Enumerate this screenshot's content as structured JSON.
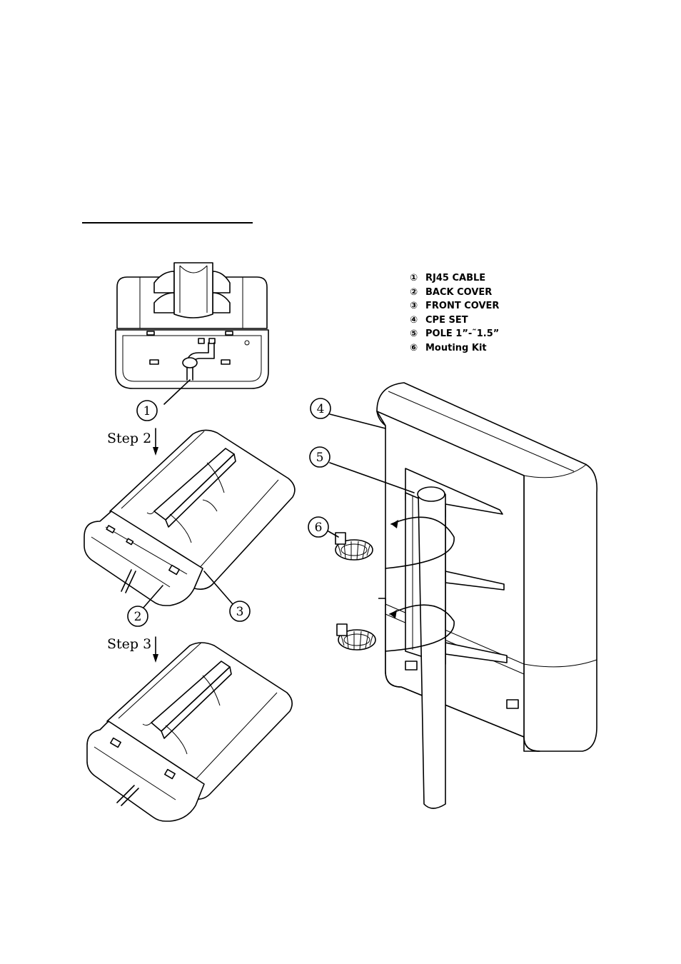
{
  "legend": {
    "items": [
      {
        "num": "①",
        "label": "RJ45 CABLE"
      },
      {
        "num": "②",
        "label": "BACK COVER"
      },
      {
        "num": "③",
        "label": "FRONT COVER"
      },
      {
        "num": "④",
        "label": "CPE SET"
      },
      {
        "num": "⑤",
        "label": "POLE 1”-˜1.5”"
      },
      {
        "num": "⑥",
        "label": "Mouting Kit"
      }
    ]
  },
  "steps": {
    "step2": "Step 2",
    "step3": "Step 3"
  },
  "callouts": {
    "c1": "1",
    "c2": "2",
    "c3": "3",
    "c4": "4",
    "c5": "5",
    "c6": "6"
  }
}
